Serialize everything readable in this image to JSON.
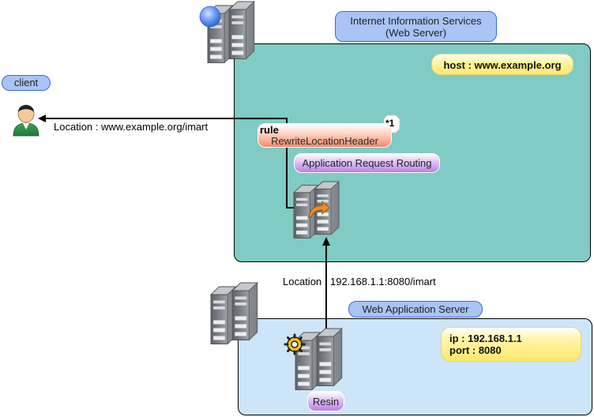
{
  "colors": {
    "iis_fill": "#80cbc4",
    "was_fill": "#cce5f8",
    "pill_blue": "#a9c4f5",
    "pill_purple": "#c79be8",
    "pill_red": "#f5a88f",
    "server_gray": "#7c8088"
  },
  "iis": {
    "title_line1": "Internet Information Services",
    "title_line2": "(Web Server)",
    "host_note": "host : www.example.org"
  },
  "client": {
    "label": "client",
    "location": "Location : www.example.org/imart"
  },
  "rule": {
    "heading": "rule",
    "name": "RewriteLocationHeader",
    "footnote": "*1"
  },
  "arr": {
    "label": "Application Request Routing"
  },
  "was": {
    "title": "Web Application Server",
    "ip_note": "ip : 192.168.1.1",
    "port_note": "port : 8080",
    "resin_label": "Resin",
    "location": "Location : 192.168.1.1:8080/imart"
  },
  "icons": {
    "iis_server": "server-pair-icon",
    "globe": "globe-icon",
    "arr_server": "server-pair-icon",
    "redirect": "redirect-arrow-icon",
    "was_server": "server-pair-icon",
    "gear": "gear-icon",
    "user": "user-icon"
  }
}
